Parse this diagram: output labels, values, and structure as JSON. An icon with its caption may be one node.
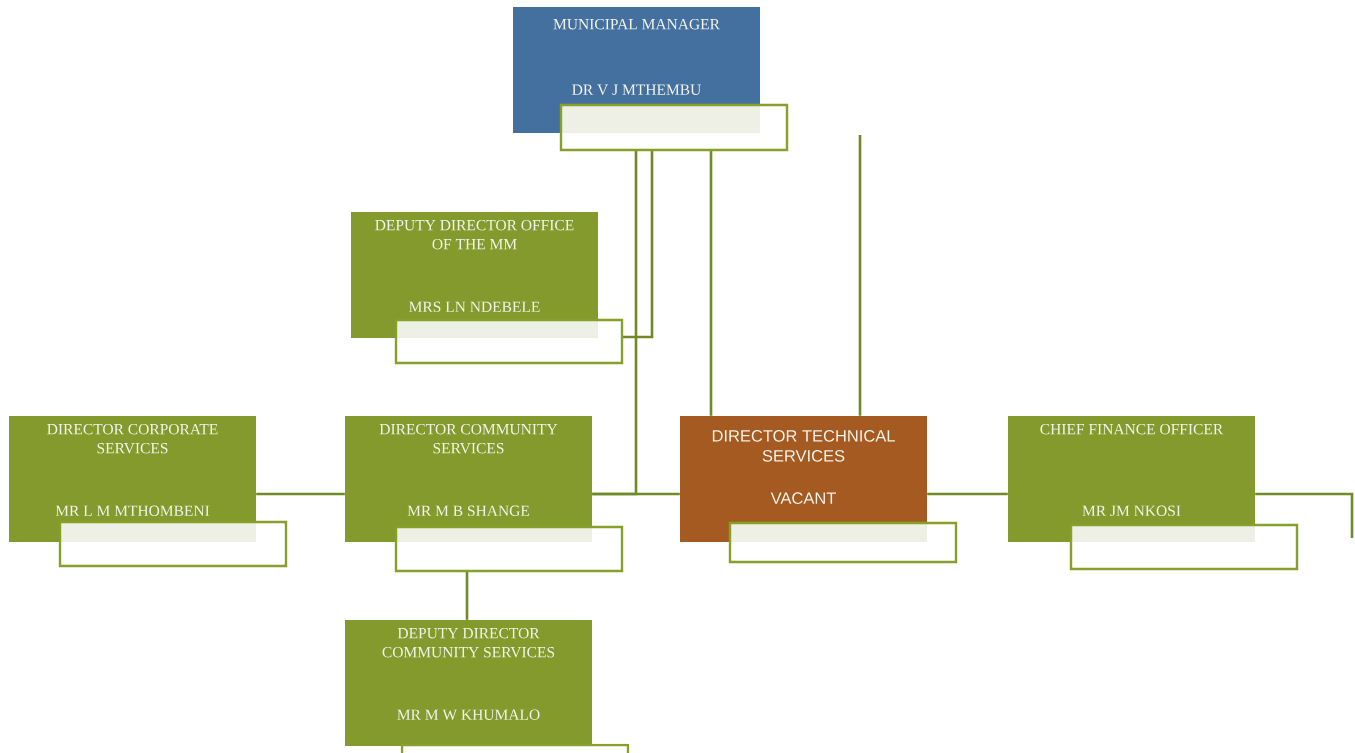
{
  "diagram": {
    "nodes": [
      {
        "text": [
          "MUNICIPAL MANAGER",
          "DR V J MTHEMBU"
        ]
      },
      {
        "text": [
          "DEPUTY DIRECTOR OFFICE OF THE MM",
          "MRS LN NDEBELE"
        ]
      },
      {
        "text": [
          "DIRECTOR CORPORATE SERVICES",
          "MR L M MTHOMBENI"
        ]
      },
      {
        "text": [
          "DIRECTOR COMMUNITY SERVICES",
          "MR M B SHANGE"
        ]
      },
      {
        "text": [
          "DIRECTOR TECHNICAL SERVICES",
          "VACANT"
        ]
      },
      {
        "text": [
          "CHIEF FINANCE OFFICER",
          "MR JM NKOSI"
        ]
      },
      {
        "text": [
          "DEPUTY DIRECTOR COMMUNITY SERVICES",
          "MR M W KHUMALO"
        ]
      }
    ],
    "edges": [
      {
        "from": 0,
        "to": 1,
        "arrow": "none"
      },
      {
        "from": 0,
        "to": 3,
        "arrow": "none"
      },
      {
        "from": 0,
        "to": 4,
        "arrow": "none"
      },
      {
        "from": null,
        "to": 4,
        "arrow": "none"
      },
      {
        "from": 2,
        "to": 3,
        "arrow": "none"
      },
      {
        "from": 3,
        "to": 4,
        "arrow": "none"
      },
      {
        "from": 4,
        "to": 5,
        "arrow": "none"
      },
      {
        "from": 5,
        "to": null,
        "arrow": "none"
      },
      {
        "from": 3,
        "to": 6,
        "arrow": "none"
      }
    ]
  }
}
